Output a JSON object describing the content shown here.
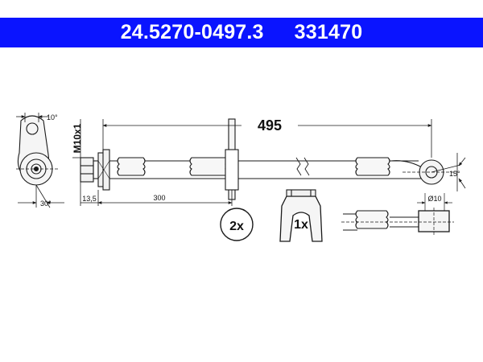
{
  "header": {
    "part_number": "24.5270-0497.3",
    "reference_number": "331470"
  },
  "colors": {
    "banner": "#0a14ff",
    "line": "#1a1a1a"
  },
  "dimensions": {
    "total_length": "495",
    "thread": "M10x1",
    "fitting_offset": "13,5",
    "bracket_distance": "300",
    "angle_top_left": "10°",
    "angle_bottom_left": "30°",
    "angle_right": "15°",
    "eye_diameter": "Ø10"
  },
  "labels": {
    "qty_ring": "2x",
    "qty_clip": "1x"
  }
}
